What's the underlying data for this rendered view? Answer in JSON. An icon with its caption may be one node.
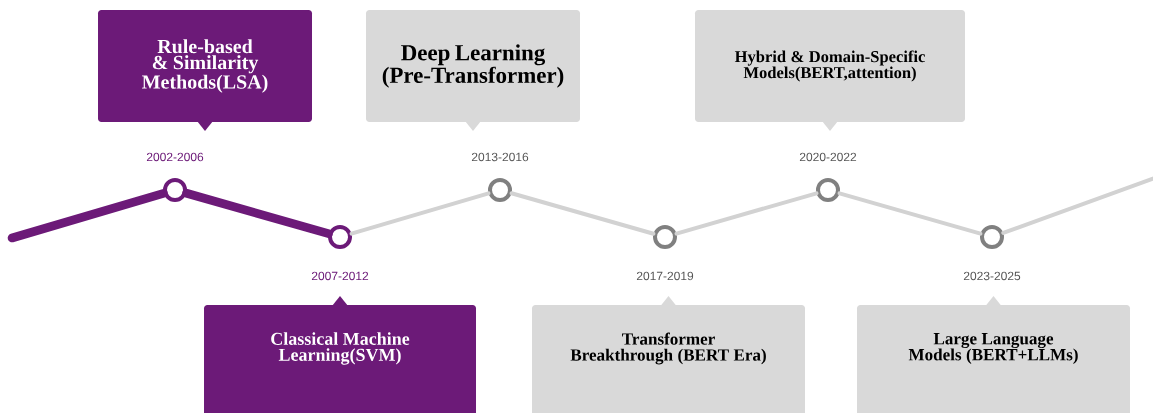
{
  "diagram": {
    "nodes": [
      {
        "text": [
          "Rule-based & Similarity Methods(LSA)"
        ]
      },
      {
        "text": [
          "Classical Machine Learning(SVM)"
        ]
      },
      {
        "text": [
          "Deep Learning (Pre-Transformer)"
        ]
      },
      {
        "text": [
          "Transformer Breakthrough (BERT Era)"
        ]
      },
      {
        "text": [
          "Hybrid & Domain-Specific Models(BERT,attention)"
        ]
      },
      {
        "text": [
          "Large Language Models (BERT+LLMs)"
        ]
      },
      {
        "text": [],
        "shape": "circle",
        "beside": [
          "2002-2006"
        ]
      },
      {
        "text": [],
        "shape": "circle",
        "beside": [
          "2007-2012"
        ]
      },
      {
        "text": [],
        "shape": "circle",
        "beside": [
          "2013-2016"
        ]
      },
      {
        "text": [],
        "shape": "circle",
        "beside": [
          "2017-2019"
        ]
      },
      {
        "text": [],
        "shape": "circle",
        "beside": [
          "2020-2022"
        ]
      },
      {
        "text": [],
        "shape": "circle",
        "beside": [
          "2023-2025"
        ]
      }
    ],
    "edges": [
      {
        "from": null,
        "to": 6,
        "arrow": "none",
        "style": "thick",
        "color": "#6c1a78"
      },
      {
        "from": 6,
        "to": 7,
        "arrow": "none",
        "style": "thick",
        "color": "#6c1a78"
      },
      {
        "from": 7,
        "to": 8,
        "arrow": "none"
      },
      {
        "from": 8,
        "to": 9,
        "arrow": "none"
      },
      {
        "from": 9,
        "to": 10,
        "arrow": "none"
      },
      {
        "from": 10,
        "to": 11,
        "arrow": "none"
      },
      {
        "from": 11,
        "to": null,
        "arrow": "none"
      }
    ]
  }
}
